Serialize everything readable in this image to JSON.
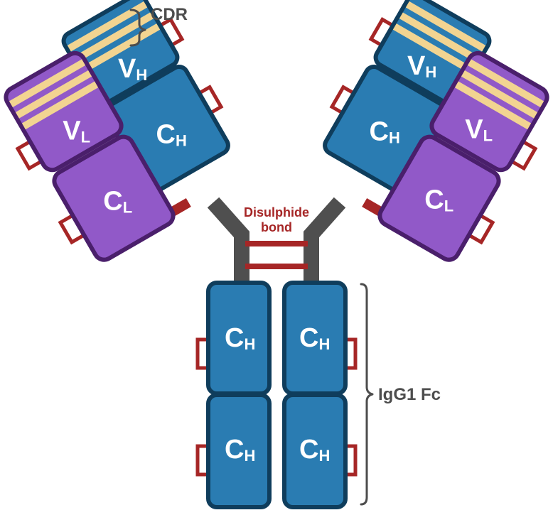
{
  "labels": {
    "cdr": "CDR",
    "disulphide_line1": "Disulphide",
    "disulphide_line2": "bond",
    "fc": "IgG1 Fc"
  },
  "domains": {
    "vh_main": "V",
    "vh_sub": "H",
    "vl_main": "V",
    "vl_sub": "L",
    "ch_main": "C",
    "ch_sub": "H",
    "cl_main": "C",
    "cl_sub": "L"
  },
  "colors": {
    "heavy_chain": "#2a7cb2",
    "light_chain": "#9159c8",
    "disulphide": "#a62626",
    "cdr": "#f2d491",
    "hinge": "#4f4f4f"
  }
}
